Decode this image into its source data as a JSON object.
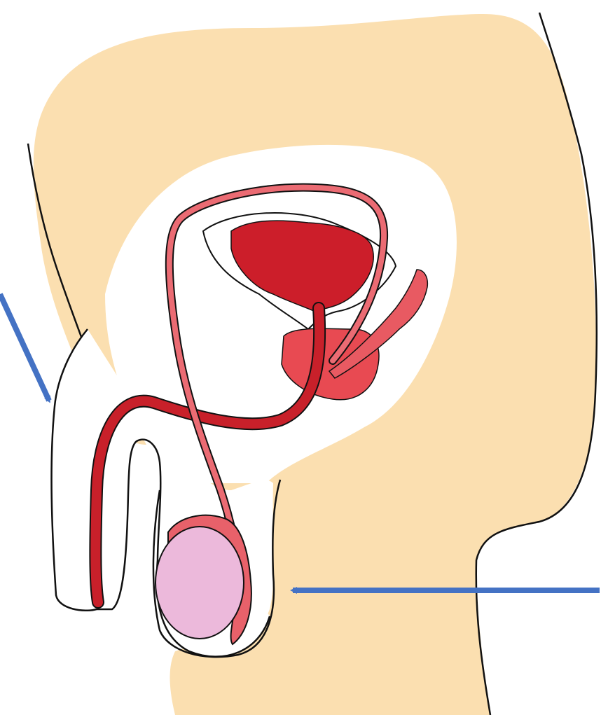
{
  "diagram": {
    "subject": "male-reproductive-system-side-view",
    "labels": [],
    "arrows": [
      {
        "id": "arrow-left",
        "points_to": "penis",
        "direction": "down-right"
      },
      {
        "id": "arrow-right",
        "points_to": "scrotum",
        "direction": "left"
      }
    ],
    "parts": [
      {
        "id": "bladder",
        "color": "#cc1e2a"
      },
      {
        "id": "prostate",
        "color": "#e84a52"
      },
      {
        "id": "seminal-vesicle",
        "color": "#e85a62"
      },
      {
        "id": "vas-deferens",
        "color": "#eb6b73"
      },
      {
        "id": "urethra",
        "color": "#c8202a"
      },
      {
        "id": "testis",
        "color": "#ecb9db"
      },
      {
        "id": "epididymis",
        "color": "#e8616a"
      }
    ],
    "colors": {
      "skin": "#fbdfb0",
      "interior": "#ffffff",
      "outline": "#111111",
      "arrow": "#4472c4"
    }
  }
}
